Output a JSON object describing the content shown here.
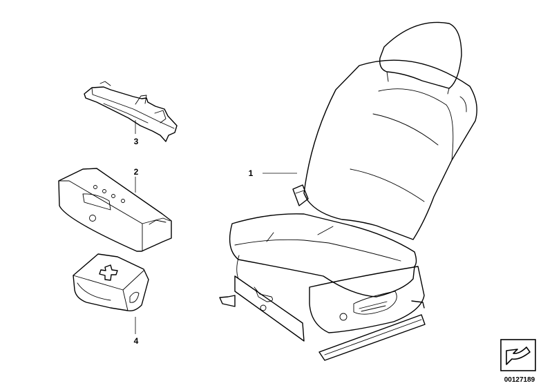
{
  "callouts": {
    "c1": "1",
    "c2": "2",
    "c3": "3",
    "c4": "4"
  },
  "document_number": "00127189",
  "icons": {
    "catalog_arrow": "bent-arrow-icon"
  }
}
